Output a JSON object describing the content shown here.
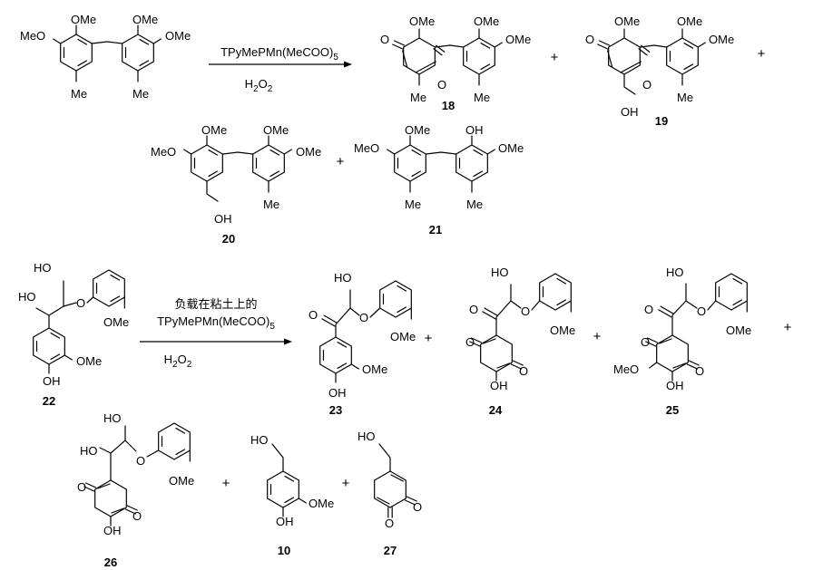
{
  "reaction1": {
    "catalyst": "TPyMePMn(MeCOO)",
    "catalyst_sub": "5",
    "oxidant": "H",
    "oxidant_sub": "2",
    "oxidant_tail": "O",
    "products": [
      "18",
      "19",
      "20",
      "21"
    ],
    "plus": "+"
  },
  "reaction2": {
    "support": "负载在粘土上的",
    "catalyst": "TPyMePMn(MeCOO)",
    "catalyst_sub": "5",
    "oxidant": "H",
    "oxidant_sub": "2",
    "oxidant_tail": "O",
    "substrate": "22",
    "products": [
      "23",
      "24",
      "25",
      "26",
      "10",
      "27"
    ],
    "plus": "+"
  },
  "groups": {
    "ome": "OMe",
    "meo": "MeO",
    "me": "Me",
    "oh": "OH",
    "ho": "HO",
    "o": "O"
  }
}
